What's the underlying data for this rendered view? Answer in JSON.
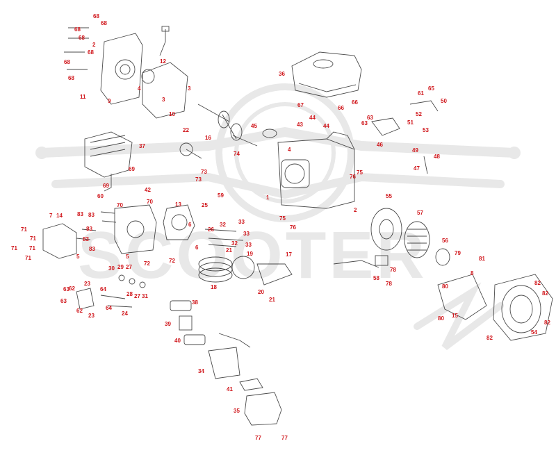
{
  "colors": {
    "callout": "#d0161b",
    "linework": "#4a4a4a",
    "watermark": "#e6e6e6"
  },
  "watermark": {
    "text": "SCOOTER",
    "emblem": "scooter-logo-watermark"
  },
  "callouts": [
    {
      "id": "c-68-a",
      "label": "68"
    },
    {
      "id": "c-68-b",
      "label": "68"
    },
    {
      "id": "c-68-c",
      "label": "68"
    },
    {
      "id": "c-2-a",
      "label": "2"
    },
    {
      "id": "c-68-d",
      "label": "68"
    },
    {
      "id": "c-68-e",
      "label": "68"
    },
    {
      "id": "c-68-f",
      "label": "68"
    },
    {
      "id": "c-68-g",
      "label": "68"
    },
    {
      "id": "c-11",
      "label": "11"
    },
    {
      "id": "c-9",
      "label": "9"
    },
    {
      "id": "c-4-a",
      "label": "4"
    },
    {
      "id": "c-3-a",
      "label": "3"
    },
    {
      "id": "c-12",
      "label": "12"
    },
    {
      "id": "c-3-b",
      "label": "3"
    },
    {
      "id": "c-10",
      "label": "10"
    },
    {
      "id": "c-36",
      "label": "36"
    },
    {
      "id": "c-67",
      "label": "67"
    },
    {
      "id": "c-66-a",
      "label": "66"
    },
    {
      "id": "c-66-b",
      "label": "66"
    },
    {
      "id": "c-44-a",
      "label": "44"
    },
    {
      "id": "c-43",
      "label": "43"
    },
    {
      "id": "c-44-b",
      "label": "44"
    },
    {
      "id": "c-65",
      "label": "65"
    },
    {
      "id": "c-61",
      "label": "61"
    },
    {
      "id": "c-50",
      "label": "50"
    },
    {
      "id": "c-52",
      "label": "52"
    },
    {
      "id": "c-63-a",
      "label": "63"
    },
    {
      "id": "c-63-b",
      "label": "63"
    },
    {
      "id": "c-51",
      "label": "51"
    },
    {
      "id": "c-53",
      "label": "53"
    },
    {
      "id": "c-46",
      "label": "46"
    },
    {
      "id": "c-22",
      "label": "22"
    },
    {
      "id": "c-16",
      "label": "16"
    },
    {
      "id": "c-45",
      "label": "45"
    },
    {
      "id": "c-37",
      "label": "37"
    },
    {
      "id": "c-4-b",
      "label": "4"
    },
    {
      "id": "c-74",
      "label": "74"
    },
    {
      "id": "c-49",
      "label": "49"
    },
    {
      "id": "c-48",
      "label": "48"
    },
    {
      "id": "c-47",
      "label": "47"
    },
    {
      "id": "c-69-a",
      "label": "69"
    },
    {
      "id": "c-69-b",
      "label": "69"
    },
    {
      "id": "c-73-a",
      "label": "73"
    },
    {
      "id": "c-73-b",
      "label": "73"
    },
    {
      "id": "c-75-a",
      "label": "75"
    },
    {
      "id": "c-76-a",
      "label": "76"
    },
    {
      "id": "c-42",
      "label": "42"
    },
    {
      "id": "c-59",
      "label": "59"
    },
    {
      "id": "c-1",
      "label": "1"
    },
    {
      "id": "c-60",
      "label": "60"
    },
    {
      "id": "c-70-a",
      "label": "70"
    },
    {
      "id": "c-70-b",
      "label": "70"
    },
    {
      "id": "c-13",
      "label": "13"
    },
    {
      "id": "c-55",
      "label": "55"
    },
    {
      "id": "c-2-b",
      "label": "2"
    },
    {
      "id": "c-7",
      "label": "7"
    },
    {
      "id": "c-14",
      "label": "14"
    },
    {
      "id": "c-83-a",
      "label": "83"
    },
    {
      "id": "c-83-b",
      "label": "83"
    },
    {
      "id": "c-25",
      "label": "25"
    },
    {
      "id": "c-75-b",
      "label": "75"
    },
    {
      "id": "c-76-b",
      "label": "76"
    },
    {
      "id": "c-57",
      "label": "57"
    },
    {
      "id": "c-71-a",
      "label": "71"
    },
    {
      "id": "c-33-a",
      "label": "33"
    },
    {
      "id": "c-32-a",
      "label": "32"
    },
    {
      "id": "c-6-a",
      "label": "6"
    },
    {
      "id": "c-26",
      "label": "26"
    },
    {
      "id": "c-33-b",
      "label": "33"
    },
    {
      "id": "c-71-b",
      "label": "71"
    },
    {
      "id": "c-83-c",
      "label": "83"
    },
    {
      "id": "c-71-c",
      "label": "71"
    },
    {
      "id": "c-83-d",
      "label": "83"
    },
    {
      "id": "c-6-b",
      "label": "6"
    },
    {
      "id": "c-32-b",
      "label": "32"
    },
    {
      "id": "c-33-c",
      "label": "33"
    },
    {
      "id": "c-56",
      "label": "56"
    },
    {
      "id": "c-71-d",
      "label": "71"
    },
    {
      "id": "c-83-e",
      "label": "83"
    },
    {
      "id": "c-21-a",
      "label": "21"
    },
    {
      "id": "c-19",
      "label": "19"
    },
    {
      "id": "c-79",
      "label": "79"
    },
    {
      "id": "c-71-e",
      "label": "71"
    },
    {
      "id": "c-5-a",
      "label": "5"
    },
    {
      "id": "c-5-b",
      "label": "5"
    },
    {
      "id": "c-72-a",
      "label": "72"
    },
    {
      "id": "c-72-b",
      "label": "72"
    },
    {
      "id": "c-17",
      "label": "17"
    },
    {
      "id": "c-81",
      "label": "81"
    },
    {
      "id": "c-30",
      "label": "30"
    },
    {
      "id": "c-29",
      "label": "29"
    },
    {
      "id": "c-27-a",
      "label": "27"
    },
    {
      "id": "c-78-a",
      "label": "78"
    },
    {
      "id": "c-8",
      "label": "8"
    },
    {
      "id": "c-58",
      "label": "58"
    },
    {
      "id": "c-78-b",
      "label": "78"
    },
    {
      "id": "c-80-a",
      "label": "80"
    },
    {
      "id": "c-82-a",
      "label": "82"
    },
    {
      "id": "c-63-c",
      "label": "63"
    },
    {
      "id": "c-62-a",
      "label": "62"
    },
    {
      "id": "c-23-a",
      "label": "23"
    },
    {
      "id": "c-64-a",
      "label": "64"
    },
    {
      "id": "c-28",
      "label": "28"
    },
    {
      "id": "c-27-b",
      "label": "27"
    },
    {
      "id": "c-31",
      "label": "31"
    },
    {
      "id": "c-18",
      "label": "18"
    },
    {
      "id": "c-20",
      "label": "20"
    },
    {
      "id": "c-21-b",
      "label": "21"
    },
    {
      "id": "c-82-b",
      "label": "82"
    },
    {
      "id": "c-38",
      "label": "38"
    },
    {
      "id": "c-63-d",
      "label": "63"
    },
    {
      "id": "c-62-b",
      "label": "62"
    },
    {
      "id": "c-64-b",
      "label": "64"
    },
    {
      "id": "c-23-b",
      "label": "23"
    },
    {
      "id": "c-24",
      "label": "24"
    },
    {
      "id": "c-80-b",
      "label": "80"
    },
    {
      "id": "c-15",
      "label": "15"
    },
    {
      "id": "c-82-c",
      "label": "82"
    },
    {
      "id": "c-39",
      "label": "39"
    },
    {
      "id": "c-54",
      "label": "54"
    },
    {
      "id": "c-40",
      "label": "40"
    },
    {
      "id": "c-82-d",
      "label": "82"
    },
    {
      "id": "c-34",
      "label": "34"
    },
    {
      "id": "c-41",
      "label": "41"
    },
    {
      "id": "c-35",
      "label": "35"
    },
    {
      "id": "c-77-a",
      "label": "77"
    },
    {
      "id": "c-77-b",
      "label": "77"
    }
  ]
}
